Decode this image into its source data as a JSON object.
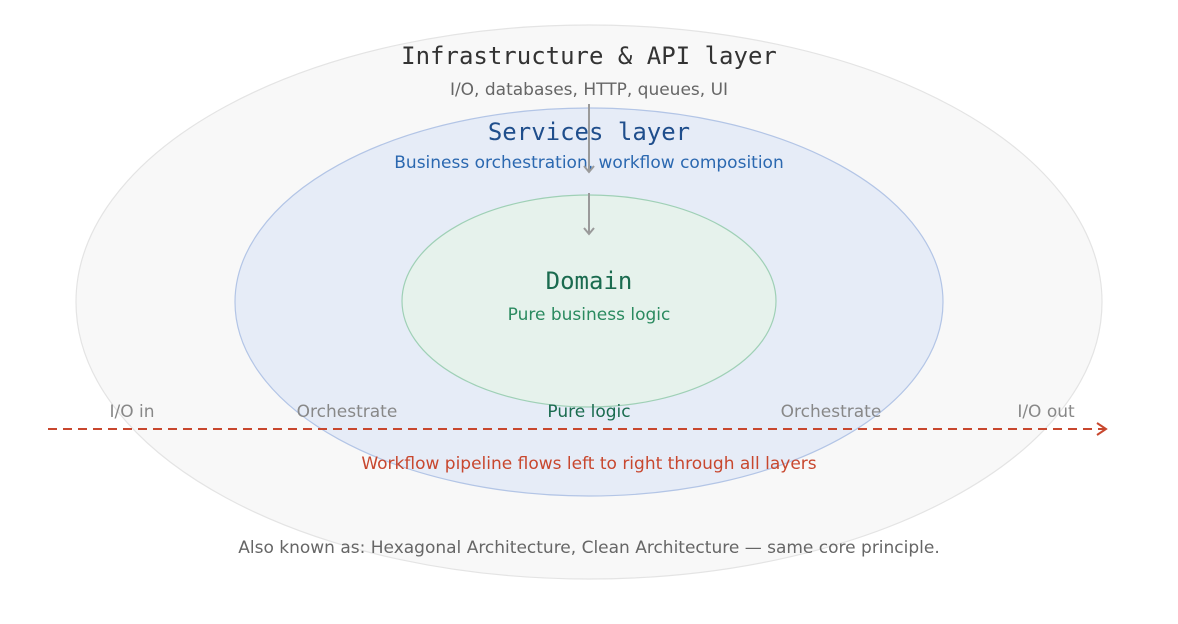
{
  "colors": {
    "outer_fill": "#f8f8f8",
    "outer_stroke": "#e4e4e4",
    "services_fill": "#e6ecf7",
    "services_stroke": "#b3c5e6",
    "domain_fill": "#e6f2ec",
    "domain_stroke": "#9fd0b6",
    "infra_title": "#333333",
    "infra_sub": "#666666",
    "services_title": "#1f4e8c",
    "services_sub": "#2b68b0",
    "domain_title": "#1a6b4f",
    "domain_sub": "#2a8a5f",
    "stage_label": "#888888",
    "stage_center": "#1a6b4f",
    "pipeline": "#c8472e",
    "note": "#666666",
    "arrow": "#9a9a9a"
  },
  "infrastructure": {
    "title": "Infrastructure & API layer",
    "subtitle": "I/O, databases, HTTP, queues, UI"
  },
  "services": {
    "title": "Services layer",
    "subtitle": "Business orchestration, workflow composition"
  },
  "domain": {
    "title": "Domain",
    "subtitle": "Pure business logic"
  },
  "pipeline": {
    "stages": [
      "I/O in",
      "Orchestrate",
      "Pure logic",
      "Orchestrate",
      "I/O out"
    ],
    "caption": "Workflow pipeline flows left to right through all layers"
  },
  "footnote": "Also known as: Hexagonal Architecture, Clean Architecture — same core principle."
}
